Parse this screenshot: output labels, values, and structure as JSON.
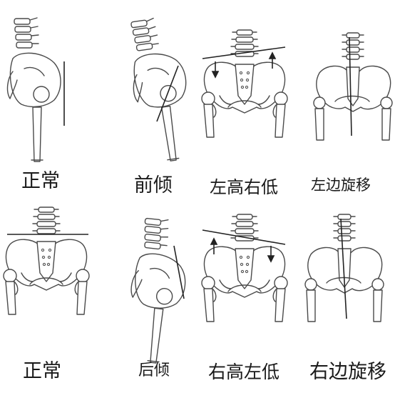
{
  "panels": [
    {
      "label": "正常"
    },
    {
      "label": "前倾"
    },
    {
      "label": "左高右低"
    },
    {
      "label": "左边旋移"
    },
    {
      "label": "正常"
    },
    {
      "label": "后倾"
    },
    {
      "label": "右高左低"
    },
    {
      "label": "右边旋移"
    }
  ],
  "colors": {
    "line": "#4a4a4a",
    "text": "#1a1a1a",
    "background": "#ffffff"
  }
}
